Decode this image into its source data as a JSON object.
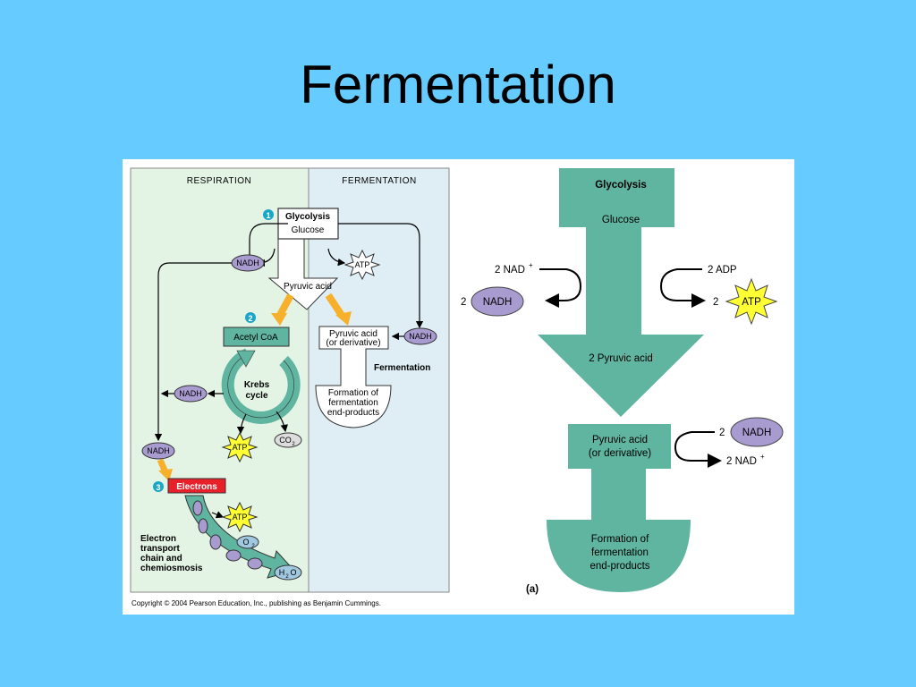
{
  "slide": {
    "title": "Fermentation"
  },
  "colors": {
    "background": "#66ccff",
    "teal": "#5fb5a0",
    "nadh": "#a89bd0",
    "atp": "#ffff33",
    "electrons": "#e8202a",
    "arrow_orange": "#f6b02b"
  },
  "left_panel": {
    "respiration_header": "RESPIRATION",
    "fermentation_header": "FERMENTATION",
    "step1": "1",
    "step2": "2",
    "step3": "3",
    "glycolysis": "Glycolysis",
    "glucose": "Glucose",
    "pyruvic_acid": "Pyruvic acid",
    "nadh": "NADH",
    "atp": "ATP",
    "acetyl_coa": "Acetyl CoA",
    "krebs_line1": "Krebs",
    "krebs_line2": "cycle",
    "co2_main": "CO",
    "co2_sub": "2",
    "electrons": "Electrons",
    "etc_line1": "Electron",
    "etc_line2": "transport",
    "etc_line3": "chain and",
    "etc_line4": "chemiosmosis",
    "o2_main": "O",
    "o2_sub": "2",
    "h2o_h": "H",
    "h2o_sub": "2",
    "h2o_o": "O",
    "ferm_pyruvic_line1": "Pyruvic acid",
    "ferm_pyruvic_line2": "(or derivative)",
    "fermentation_label": "Fermentation",
    "formation_line1": "Formation of",
    "formation_line2": "fermentation",
    "formation_line3": "end-products",
    "copyright": "Copyright © 2004 Pearson Education, Inc., publishing as Benjamin Cummings."
  },
  "right_panel": {
    "glycolysis": "Glycolysis",
    "glucose": "Glucose",
    "nad_in": "2 NAD",
    "nad_sup": "+",
    "nadh_count": "2",
    "nadh": "NADH",
    "adp": "2 ADP",
    "atp_count": "2",
    "atp": "ATP",
    "pyruvic": "2 Pyruvic acid",
    "pyr_line1": "Pyruvic acid",
    "pyr_line2": "(or derivative)",
    "nadh2_count": "2",
    "nadh2": "NADH",
    "nad_out": "2 NAD",
    "nad_out_sup": "+",
    "formation_line1": "Formation of",
    "formation_line2": "fermentation",
    "formation_line3": "end-products",
    "panel_label": "(a)"
  }
}
